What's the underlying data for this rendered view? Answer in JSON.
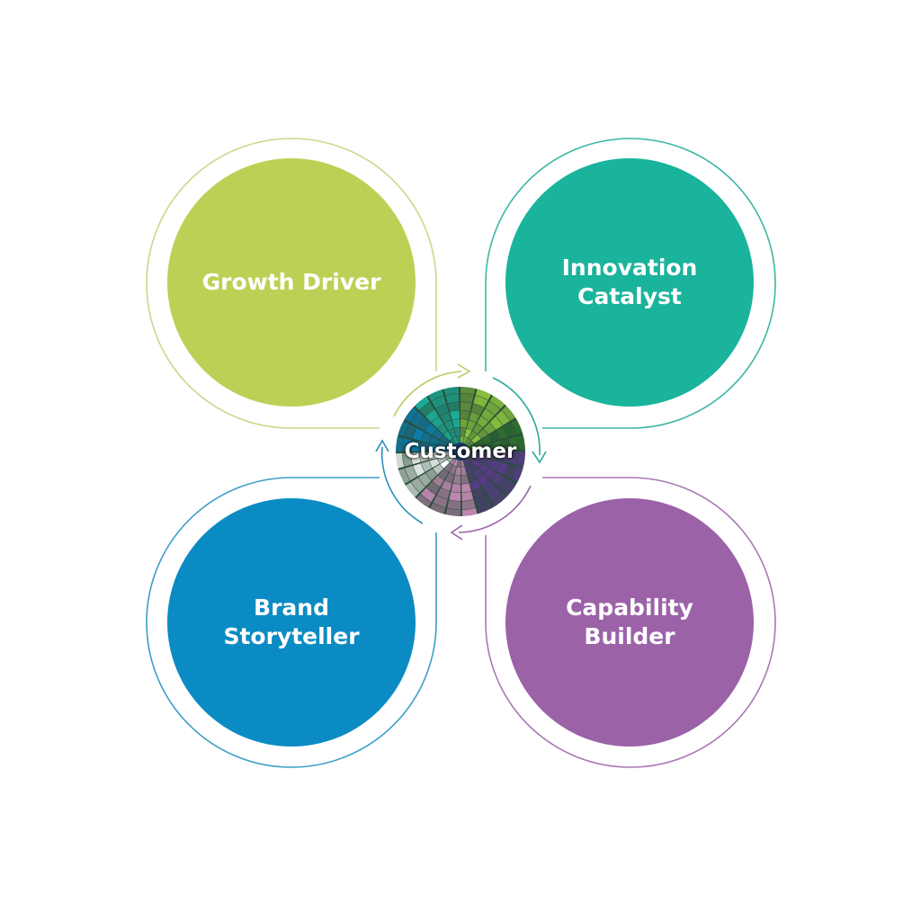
{
  "hub": {
    "label": "Customer",
    "colors": [
      "#2e6f2f",
      "#8dc63f",
      "#1bae9b",
      "#0a7fb5",
      "#ffffff",
      "#c98bb8",
      "#5a3a8a",
      "#1a3f6b"
    ]
  },
  "nodes": [
    {
      "id": "growth",
      "label": "Growth Driver",
      "color": "#bdd056",
      "ring_color": "#c8d98a"
    },
    {
      "id": "innovation",
      "label": "Innovation Catalyst",
      "color": "#1ab39b",
      "ring_color": "#3bb6a3"
    },
    {
      "id": "brand",
      "label": "Brand Storyteller",
      "color": "#0b8bc3",
      "ring_color": "#3d9ec8"
    },
    {
      "id": "capability",
      "label": "Capability Builder",
      "color": "#9b62a8",
      "ring_color": "#a878b3"
    }
  ],
  "arrows": [
    {
      "direction": "clockwise",
      "color": "#b7cf63"
    },
    {
      "direction": "clockwise",
      "color": "#2aa99a"
    },
    {
      "direction": "clockwise",
      "color": "#9b6aa8"
    },
    {
      "direction": "clockwise",
      "color": "#2b8fbd"
    }
  ]
}
